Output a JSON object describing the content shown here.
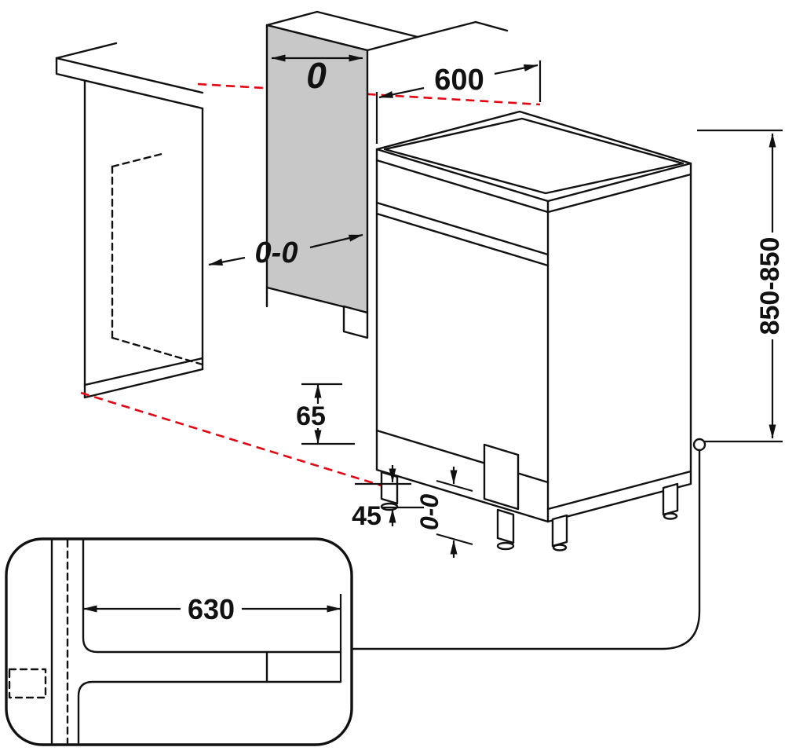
{
  "diagram": {
    "labels": {
      "top_gap": "0",
      "width": "600",
      "side_gap": "0-0",
      "height": "850-850",
      "base_upper": "65",
      "base_lower": "45",
      "foot_range": "0-0",
      "detail_length": "630"
    },
    "colors": {
      "line": "#111111",
      "panel_fill": "#c8c8c8",
      "guide_red": "#e30613",
      "background": "#ffffff"
    }
  }
}
